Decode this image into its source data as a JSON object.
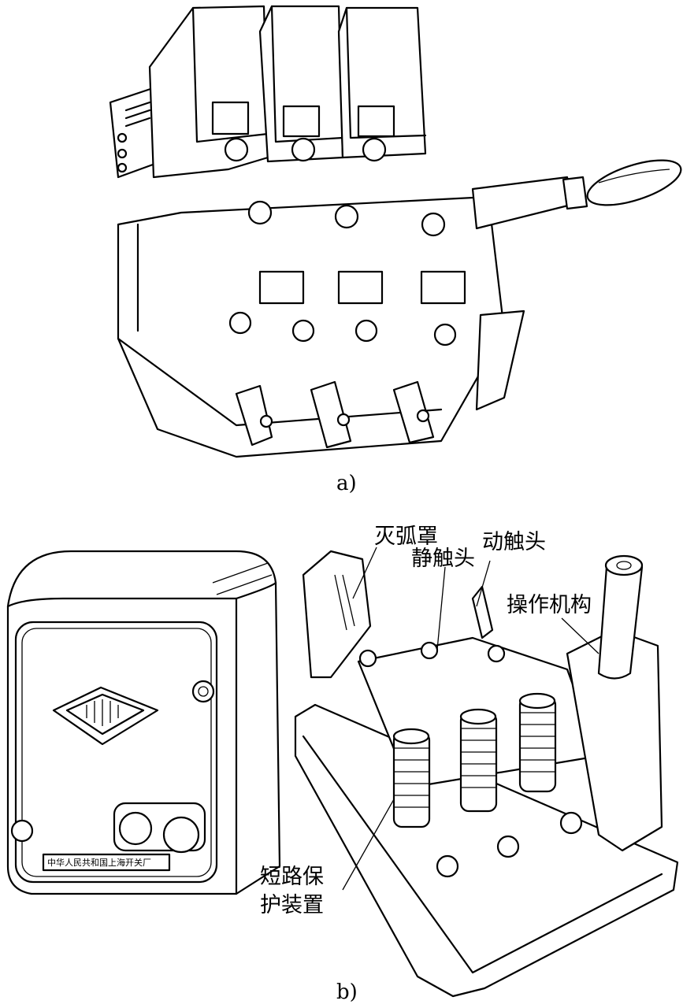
{
  "figure": {
    "caption_a": "a)",
    "caption_b": "b)"
  },
  "labels": {
    "arc_chute": "灭弧罩",
    "moving_contact": "动触头",
    "static_contact": "静触头",
    "operating_mechanism": "操作机构",
    "short_circuit_line1": "短路保",
    "short_circuit_line2": "护装置"
  },
  "nameplate": {
    "text": "中华人民共和国上海开关厂"
  }
}
